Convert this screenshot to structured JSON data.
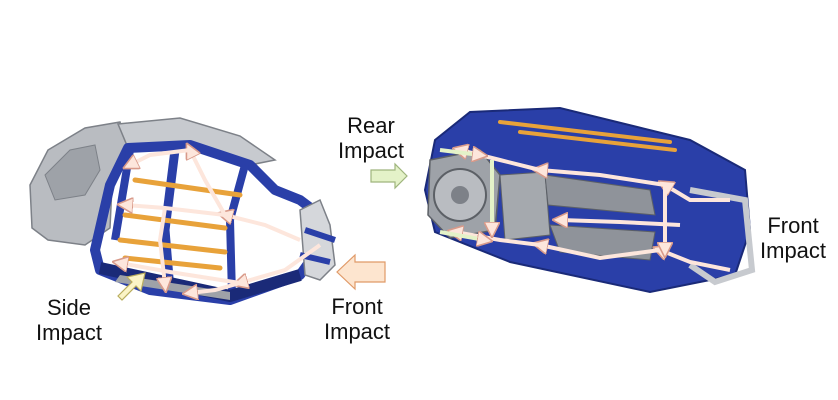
{
  "labels": {
    "rear_impact": [
      "Rear",
      "Impact"
    ],
    "side_impact": [
      "Side",
      "Impact"
    ],
    "front_impact_left": [
      "Front",
      "Impact"
    ],
    "front_impact_right": [
      "Front",
      "Impact"
    ]
  },
  "colors": {
    "frame_blue": "#2a3fa8",
    "frame_blue_dark": "#1a2a78",
    "panel_gray": "#b9bcc1",
    "panel_gray_dark": "#7d8188",
    "reinforcement_orange": "#e8a23a",
    "load_path_arrow": "#fde6dc",
    "load_path_arrow_outline": "#d89a8a",
    "impact_arrow_green": "#e4f2c8",
    "impact_arrow_yellow": "#fbf4c6",
    "impact_arrow_peach": "#fde5cf"
  }
}
